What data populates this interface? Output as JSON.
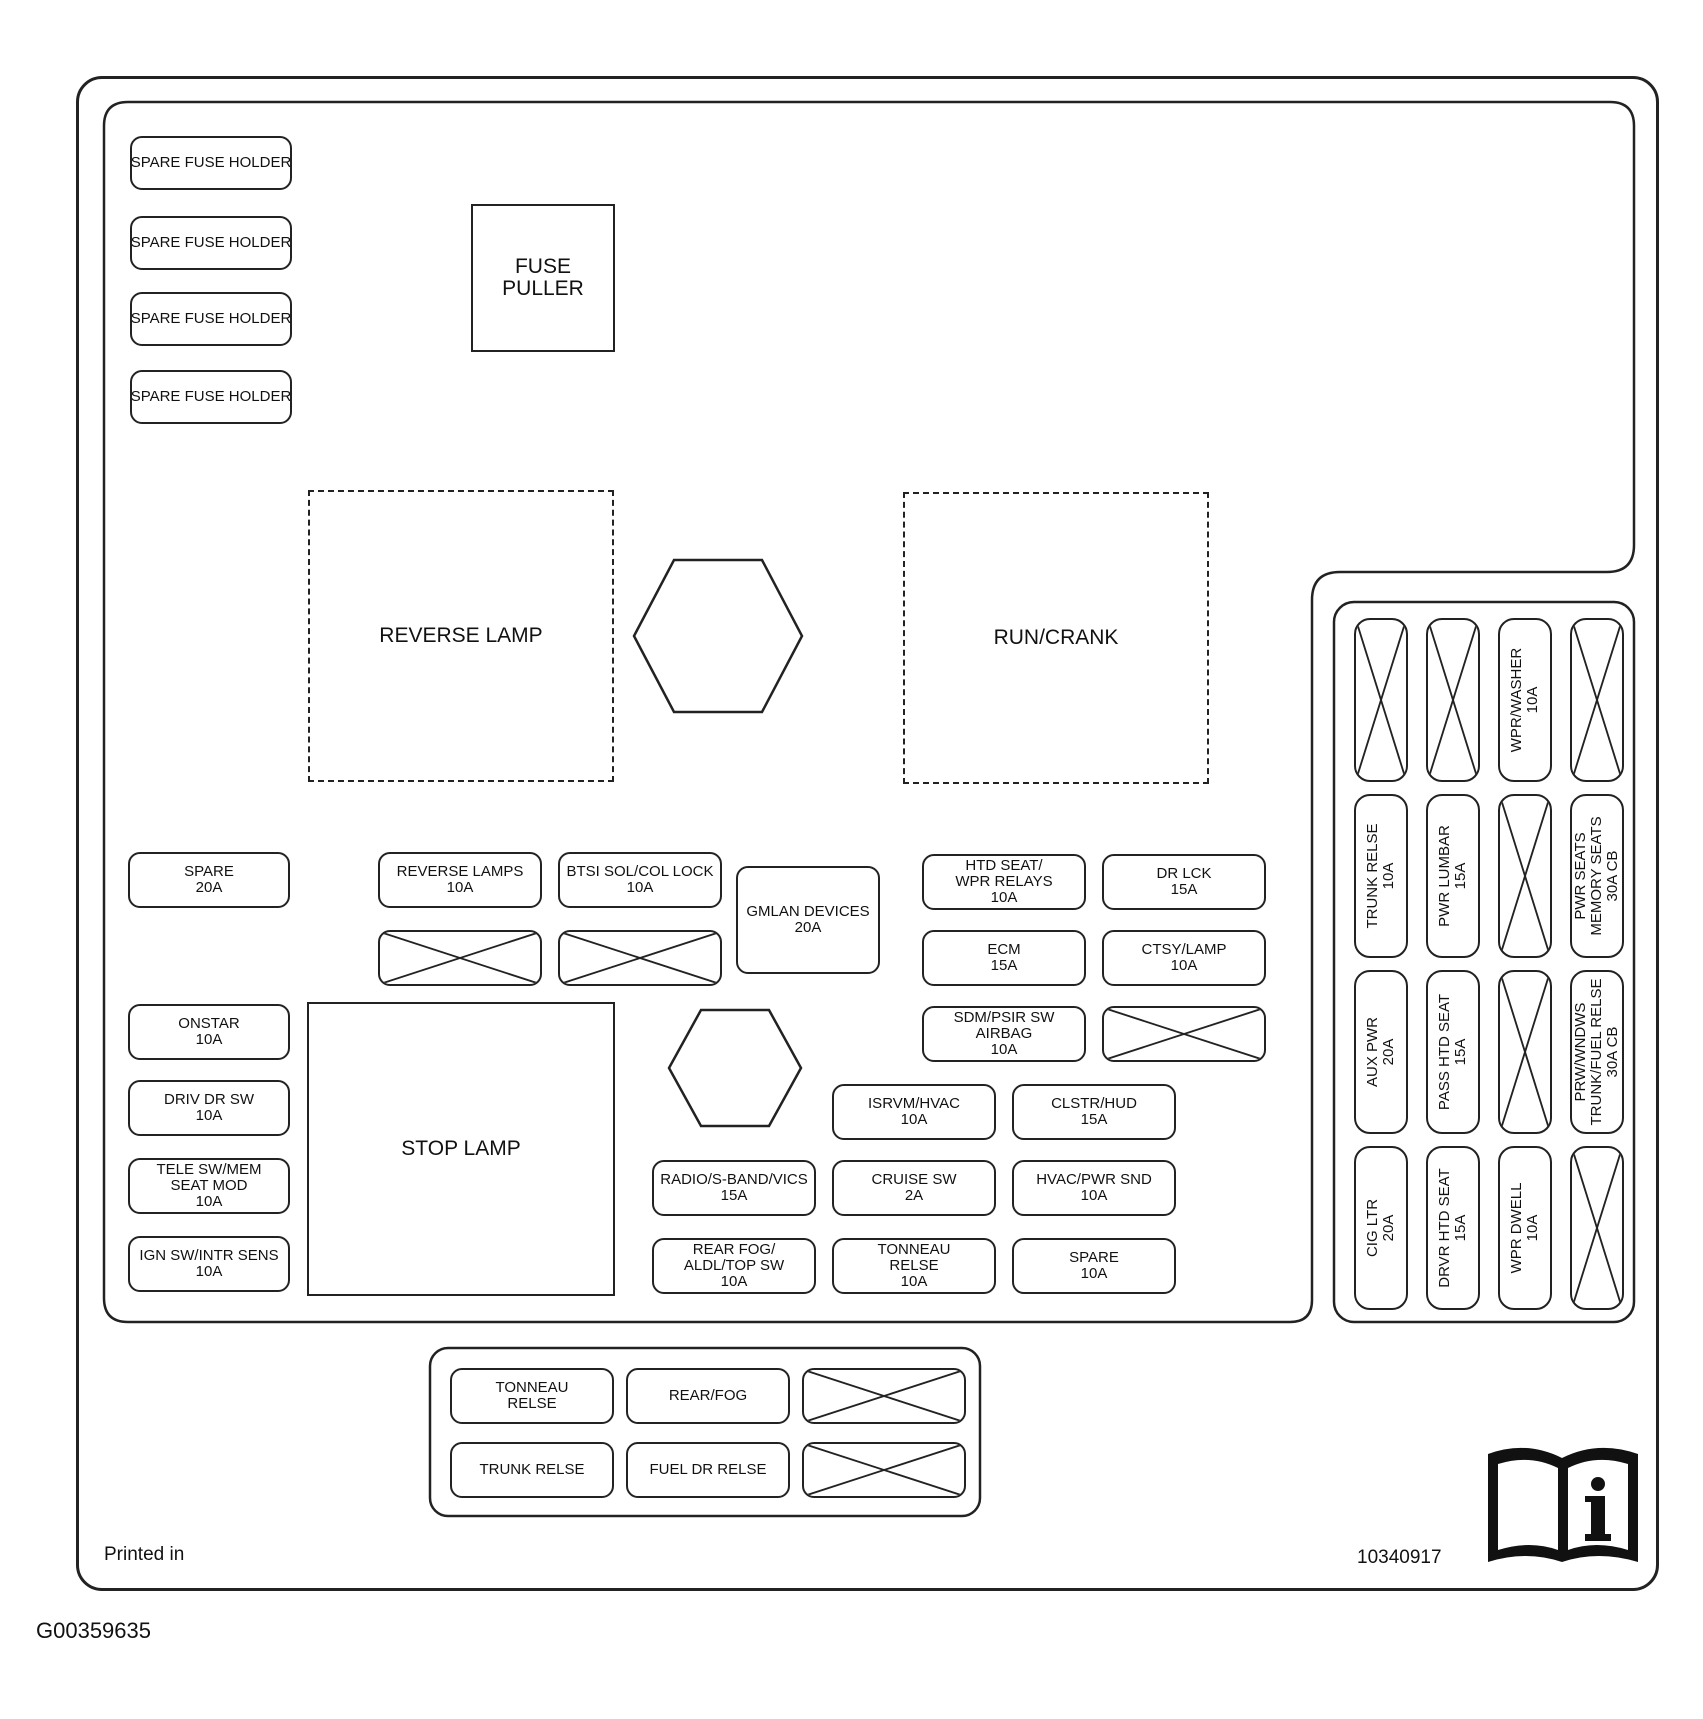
{
  "spare_holders": [
    "SPARE FUSE HOLDER",
    "SPARE FUSE HOLDER",
    "SPARE FUSE HOLDER",
    "SPARE FUSE HOLDER"
  ],
  "fuse_puller": [
    "FUSE",
    "PULLER"
  ],
  "relays": {
    "reverse_lamp": "REVERSE LAMP",
    "run_crank": "RUN/CRANK",
    "stop_lamp": "STOP LAMP"
  },
  "left_column": [
    [
      "SPARE",
      "20A"
    ],
    [
      "ONSTAR",
      "10A"
    ],
    [
      "DRIV DR SW",
      "10A"
    ],
    [
      "TELE SW/MEM",
      "SEAT MOD",
      "10A"
    ],
    [
      "IGN SW/INTR SENS",
      "10A"
    ]
  ],
  "center_fuses": {
    "reverse_lamps": [
      "REVERSE LAMPS",
      "10A"
    ],
    "btsi": [
      "BTSI SOL/COL LOCK",
      "10A"
    ],
    "gmlan": [
      "GMLAN DEVICES",
      "20A"
    ],
    "htd_seat": [
      "HTD SEAT/",
      "WPR RELAYS",
      "10A"
    ],
    "dr_lck": [
      "DR LCK",
      "15A"
    ],
    "ecm": [
      "ECM",
      "15A"
    ],
    "ctsy_lamp": [
      "CTSY/LAMP",
      "10A"
    ],
    "sdm": [
      "SDM/PSIR SW",
      "AIRBAG",
      "10A"
    ],
    "isrvm": [
      "ISRVM/HVAC",
      "10A"
    ],
    "clstr": [
      "CLSTR/HUD",
      "15A"
    ],
    "radio": [
      "RADIO/S-BAND/VICS",
      "15A"
    ],
    "cruise": [
      "CRUISE SW",
      "2A"
    ],
    "hvac_pwr": [
      "HVAC/PWR SND",
      "10A"
    ],
    "rear_fog_aldl": [
      "REAR FOG/",
      "ALDL/TOP SW",
      "10A"
    ],
    "tonneau": [
      "TONNEAU",
      "RELSE",
      "10A"
    ],
    "spare_10": [
      "SPARE",
      "10A"
    ]
  },
  "right_fuses": {
    "wpr_washer": [
      "WPR/WASHER",
      "10A"
    ],
    "trunk_relse": [
      "TRUNK RELSE",
      "10A"
    ],
    "pwr_lumbar": [
      "PWR LUMBAR",
      "15A"
    ],
    "pwr_seats": [
      "PWR SEATS",
      "MEMORY SEATS",
      "30A CB"
    ],
    "aux_pwr": [
      "AUX PWR",
      "20A"
    ],
    "pass_htd": [
      "PASS HTD SEAT",
      "15A"
    ],
    "prw_wndws": [
      "PRW/WNDWS",
      "TRUNK/FUEL RELSE",
      "30A CB"
    ],
    "cig_ltr": [
      "CIG LTR",
      "20A"
    ],
    "drvr_htd": [
      "DRVR HTD SEAT",
      "15A"
    ],
    "wpr_dwell": [
      "WPR DWELL",
      "10A"
    ]
  },
  "bottom_relays": {
    "tonneau_relse": [
      "TONNEAU",
      "RELSE"
    ],
    "rear_fog": "REAR/FOG",
    "trunk_relse": "TRUNK RELSE",
    "fuel_dr_relse": "FUEL DR RELSE"
  },
  "footer": {
    "printed_in": "Printed in",
    "part_number": "10340917",
    "figure_id": "G00359635"
  },
  "icons": {
    "manual": "info-book-icon",
    "hexagon": "hexagon-icon",
    "empty_slot": "x-cross-icon"
  }
}
